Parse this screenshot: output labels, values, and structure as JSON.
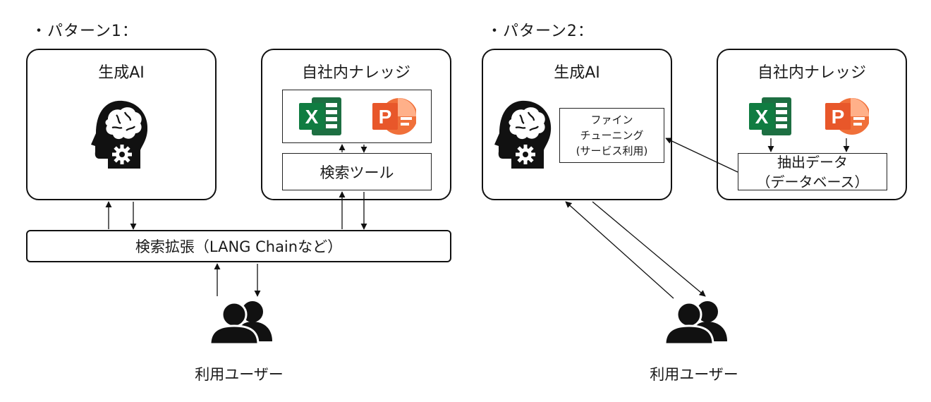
{
  "pattern1": {
    "heading": "・パターン1：",
    "ai_panel": {
      "title": "生成AI",
      "icon": "brain-gear-head-icon"
    },
    "knowledge_panel": {
      "title": "自社内ナレッジ",
      "files": [
        {
          "icon": "excel-icon",
          "letter": "X",
          "color": "#107C41"
        },
        {
          "icon": "powerpoint-icon",
          "letter": "P",
          "color": "#E8572A"
        }
      ],
      "tool_label": "検索ツール"
    },
    "augmentation_bar": "検索拡張（LANG Chainなど）",
    "users": {
      "icon": "users-icon",
      "label": "利用ユーザー"
    }
  },
  "pattern2": {
    "heading": "・パターン2：",
    "ai_panel": {
      "title": "生成AI",
      "icon": "brain-gear-head-icon",
      "finetune_lines": [
        "ファイン",
        "チューニング",
        "(サービス利用)"
      ]
    },
    "knowledge_panel": {
      "title": "自社内ナレッジ",
      "files": [
        {
          "icon": "excel-icon",
          "letter": "X",
          "color": "#107C41"
        },
        {
          "icon": "powerpoint-icon",
          "letter": "P",
          "color": "#E8572A"
        }
      ],
      "extract_lines": [
        "抽出データ",
        "（データベース）"
      ]
    },
    "users": {
      "icon": "users-icon",
      "label": "利用ユーザー"
    }
  }
}
